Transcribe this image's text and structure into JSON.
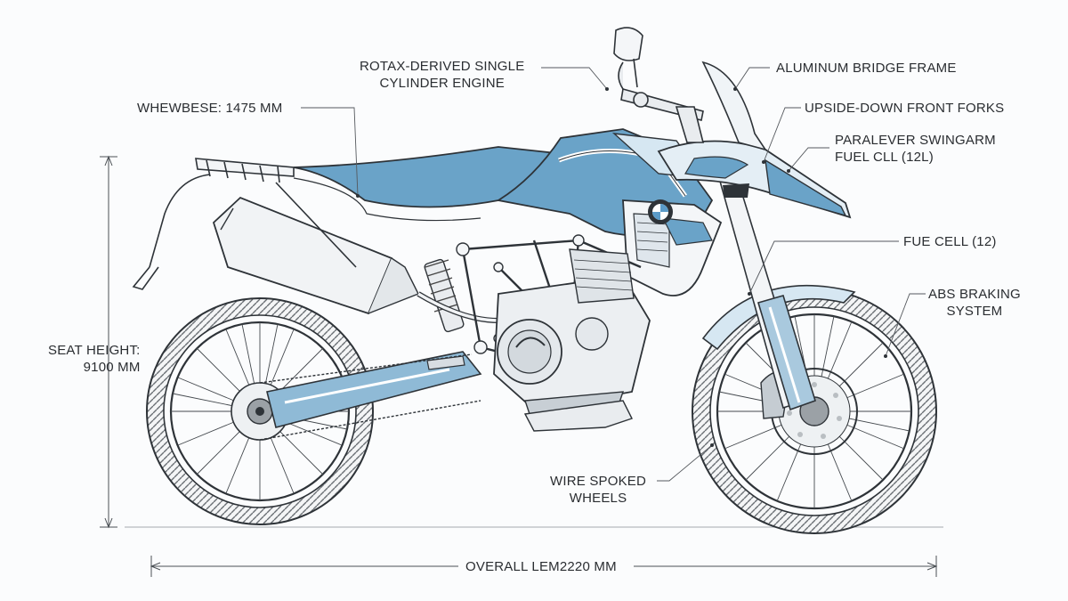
{
  "diagram": {
    "callouts": {
      "engine": [
        "ROTAX-DERIVED SINGLE",
        "CYLINDER ENGINE"
      ],
      "frame": "ALUMINUM BRIDGE FRAME",
      "wheelbase": "WHEWBESE: 1475 MM",
      "forks": "UPSIDE-DOWN FRONT FORKS",
      "swingarm": [
        "PARALEVER SWINGARM",
        "FUEL CLL (12L)"
      ],
      "fuel_cell": "FUE CELL (12)",
      "abs": [
        "ABS BRAKING",
        "SYSTEM"
      ],
      "seat_height": [
        "SEAT HEIGHT:",
        "9100 MM"
      ],
      "wheels": [
        "WIRE SPOKED",
        "WHEELS"
      ],
      "overall_length": "OVERALL LEM2220 MM"
    },
    "colors": {
      "line": "#2e3338",
      "body_blue": "#6aa3c8",
      "light_blue": "#cfe3f0",
      "leader": "#55595e"
    },
    "icons": [
      "bmw-roundel-icon"
    ]
  }
}
